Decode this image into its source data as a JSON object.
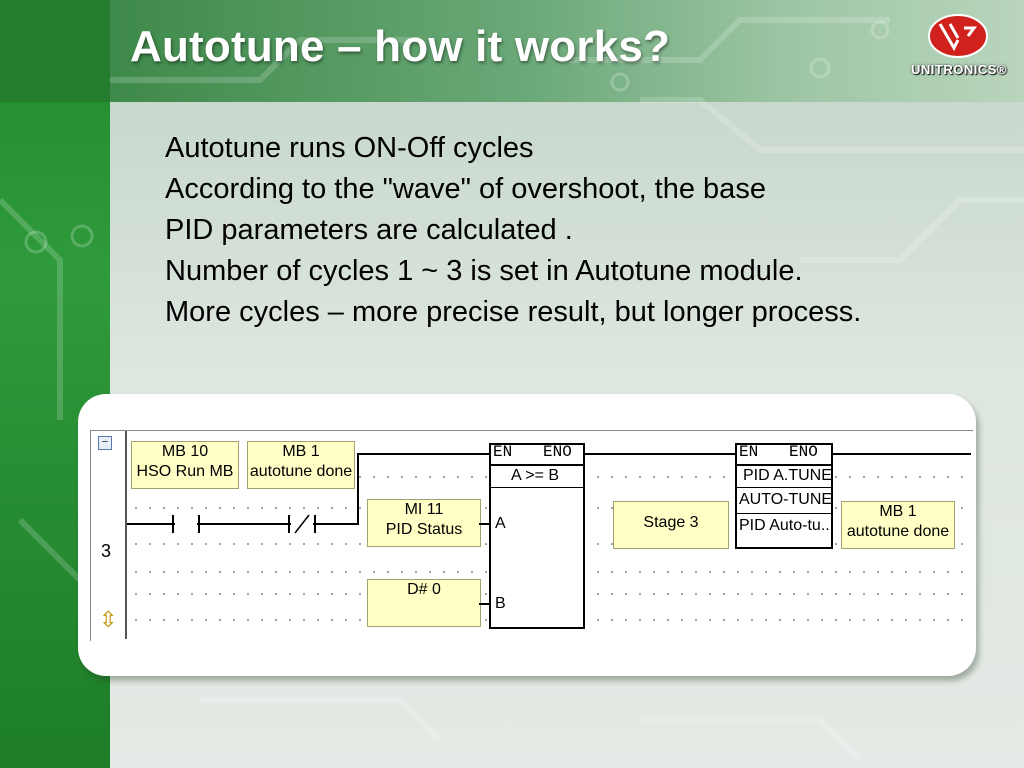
{
  "slide": {
    "title": "Autotune – how it works?",
    "logo_text": "UNITRONICS®",
    "bullets": [
      "Autotune runs ON-Off cycles",
      "According to the \"wave\" of overshoot, the base",
      "PID parameters are calculated .",
      "Number of cycles 1 ~ 3 is set in Autotune module.",
      "More cycles – more precise result, but longer process."
    ]
  },
  "ladder": {
    "collapse_glyph": "−",
    "rung_number": "3",
    "scroll_glyph": "⇳",
    "contact_mb10": {
      "addr": "MB 10",
      "name": "HSO Run MB"
    },
    "contact_mb1": {
      "addr": "MB 1",
      "name": "autotune done"
    },
    "compare_block": {
      "en": "EN",
      "eno": "ENO",
      "func": "A >= B",
      "pin_a": "A",
      "pin_b": "B"
    },
    "operand_a": {
      "addr": "MI 11",
      "name": "PID Status"
    },
    "operand_b": {
      "value": "D# 0"
    },
    "stage_label": "Stage 3",
    "pid_block": {
      "en": "EN",
      "eno": "ENO",
      "line1": "PID A.TUNE",
      "line2": "AUTO-TUNE",
      "line3": "PID Auto-tu..."
    },
    "coil_mb1": {
      "addr": "MB 1",
      "name": "autotune done"
    }
  },
  "colors": {
    "operand_bg": "#ffffc6",
    "title": "#ffffff",
    "logo_red": "#d0211c"
  }
}
